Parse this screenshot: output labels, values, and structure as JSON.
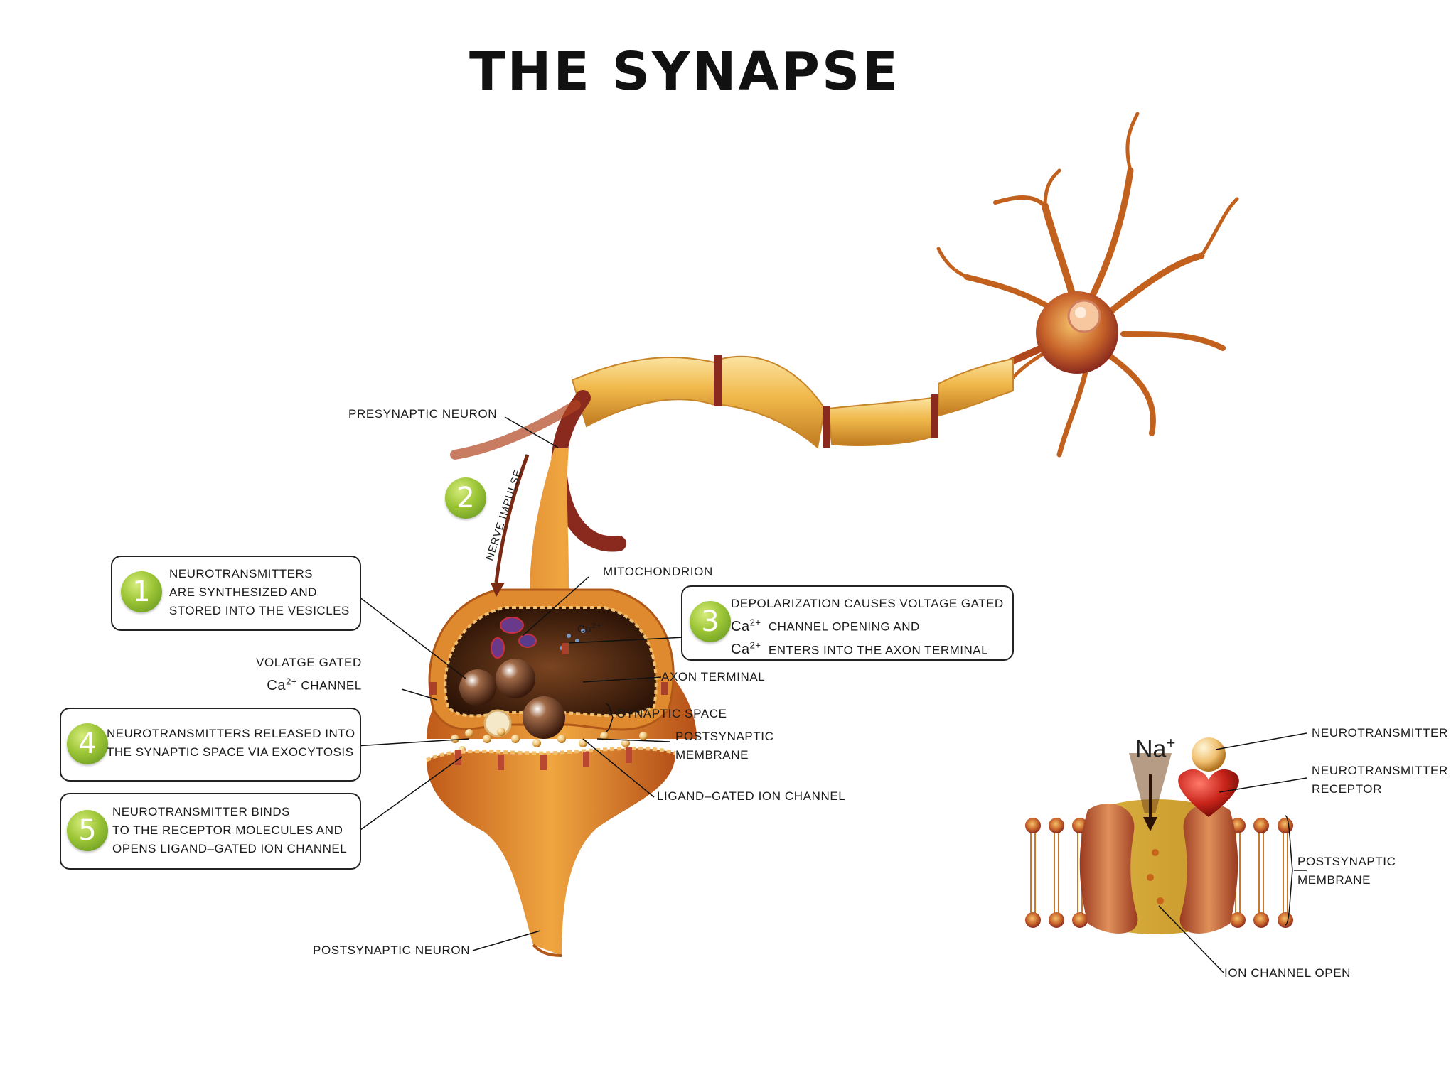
{
  "title": "THE SYNAPSE",
  "labels": {
    "presynaptic_neuron": "PRESYNAPTIC NEURON",
    "nerve_impulse": "NERVE IMPULSE",
    "mitochondrion": "MITOCHONDRION",
    "voltage_gated_line1": "VOLATGE GATED",
    "voltage_gated_ca": "Ca",
    "voltage_gated_ca_charge": "2+",
    "voltage_gated_line2": "CHANNEL",
    "axon_terminal": "AXON TERMINAL",
    "synaptic_space": "SYNAPTIC SPACE",
    "postsynaptic_membrane_line1": "POSTSYNAPTIC",
    "postsynaptic_membrane_line2": "MEMBRANE",
    "ligand_gated_channel": "LIGAND–GATED ION CHANNEL",
    "postsynaptic_neuron": "POSTSYNAPTIC NEURON",
    "ca_ion": "Ca",
    "ca_ion_charge": "2+"
  },
  "steps": [
    {
      "number": "1",
      "lines": [
        "NEUROTRANSMITTERS",
        "ARE SYNTHESIZED AND",
        "STORED INTO THE VESICLES"
      ]
    },
    {
      "number": "2"
    },
    {
      "number": "3",
      "lines": [
        "DEPOLARIZATION CAUSES VOLTAGE GATED",
        "CHANNEL OPENING AND",
        "ENTERS INTO THE AXON TERMINAL"
      ],
      "ca": "Ca",
      "ca_charge": "2+"
    },
    {
      "number": "4",
      "lines": [
        "NEUROTRANSMITTERS RELEASED INTO",
        "THE SYNAPTIC SPACE VIA EXOCYTOSIS"
      ]
    },
    {
      "number": "5",
      "lines": [
        "NEUROTRANSMITTER BINDS",
        "TO THE RECEPTOR MOLECULES AND",
        "OPENS LIGAND–GATED ION CHANNEL"
      ]
    }
  ],
  "inset": {
    "ion": "Na",
    "ion_charge": "+",
    "neurotransmitter": "NEUROTRANSMITTER",
    "receptor_line1": "NEUROTRANSMITTER",
    "receptor_line2": "RECEPTOR",
    "membrane_line1": "POSTSYNAPTIC",
    "membrane_line2": "MEMBRANE",
    "ion_channel_open": "ION CHANNEL OPEN"
  },
  "colors": {
    "neuron_dark": "#8a2a1e",
    "neuron_orange": "#e09030",
    "myelin": "#f0b84a",
    "badge_green": "#8cbf2f",
    "terminal_interior": "#3a1c0c"
  }
}
